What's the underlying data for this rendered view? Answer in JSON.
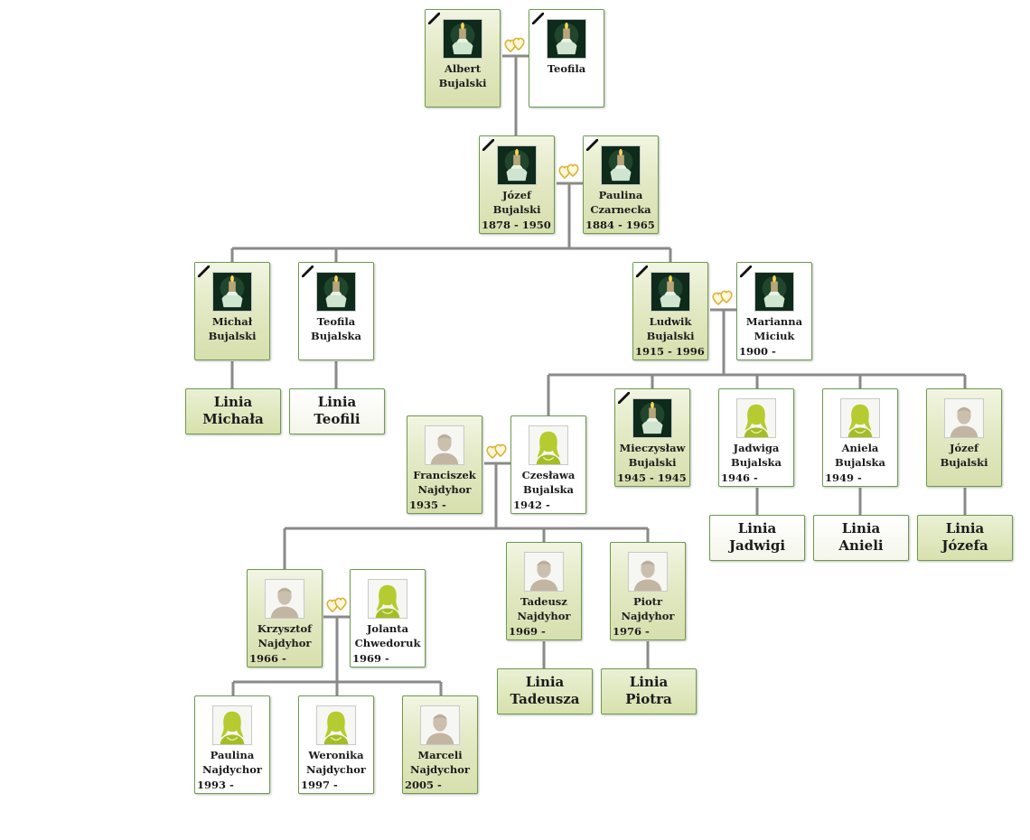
{
  "persons": {
    "albert": {
      "first": "Albert",
      "last": "Bujalski",
      "years": "",
      "gender": "m",
      "deceased": true
    },
    "teofila0": {
      "first": "Teofila",
      "last": "",
      "years": "",
      "gender": "f",
      "deceased": true
    },
    "jozef1": {
      "first": "Józef",
      "last": "Bujalski",
      "years": "1878 - 1950",
      "gender": "m",
      "deceased": true
    },
    "paulina0": {
      "first": "Paulina",
      "last": "Czarnecka",
      "years": "1884 - 1965",
      "gender": "f",
      "deceased": true
    },
    "michal": {
      "first": "Michał",
      "last": "Bujalski",
      "years": "",
      "gender": "m",
      "deceased": true
    },
    "teofila1": {
      "first": "Teofila",
      "last": "Bujalska",
      "years": "",
      "gender": "f",
      "deceased": true
    },
    "ludwik": {
      "first": "Ludwik",
      "last": "Bujalski",
      "years": "1915 - 1996",
      "gender": "m",
      "deceased": true
    },
    "marianna": {
      "first": "Marianna",
      "last": "Miciuk",
      "years": "1900 -",
      "gender": "f",
      "deceased": true
    },
    "franciszek": {
      "first": "Franciszek",
      "last": "Najdyhor",
      "years": "1935 -",
      "gender": "m",
      "deceased": false
    },
    "czeslawa": {
      "first": "Czesława",
      "last": "Bujalska",
      "years": "1942 -",
      "gender": "f",
      "deceased": false
    },
    "mieczyslaw": {
      "first": "Mieczysław",
      "last": "Bujalski",
      "years": "1945 - 1945",
      "gender": "m",
      "deceased": true
    },
    "jadwiga": {
      "first": "Jadwiga",
      "last": "Bujalska",
      "years": "1946 -",
      "gender": "f",
      "deceased": false
    },
    "aniela": {
      "first": "Aniela",
      "last": "Bujalska",
      "years": "1949 -",
      "gender": "f",
      "deceased": false
    },
    "jozef2": {
      "first": "Józef",
      "last": "Bujalski",
      "years": "",
      "gender": "m",
      "deceased": false
    },
    "krzysztof": {
      "first": "Krzysztof",
      "last": "Najdyhor",
      "years": "1966 -",
      "gender": "m",
      "deceased": false
    },
    "jolanta": {
      "first": "Jolanta",
      "last": "Chwedoruk",
      "years": "1969 -",
      "gender": "f",
      "deceased": false
    },
    "tadeusz": {
      "first": "Tadeusz",
      "last": "Najdyhor",
      "years": "1969 -",
      "gender": "m",
      "deceased": false
    },
    "piotr": {
      "first": "Piotr",
      "last": "Najdyhor",
      "years": "1976 -",
      "gender": "m",
      "deceased": false
    },
    "paulina1": {
      "first": "Paulina",
      "last": "Najdychor",
      "years": "1993 -",
      "gender": "f",
      "deceased": false
    },
    "weronika": {
      "first": "Weronika",
      "last": "Najdychor",
      "years": "1997 -",
      "gender": "f",
      "deceased": false
    },
    "marceli": {
      "first": "Marceli",
      "last": "Najdychor",
      "years": "2005 -",
      "gender": "m",
      "deceased": false
    }
  },
  "lineages": {
    "michala": {
      "l1": "Linia",
      "l2": "Michała",
      "gender": "m"
    },
    "teofili": {
      "l1": "Linia",
      "l2": "Teofili",
      "gender": "f"
    },
    "jadwigi": {
      "l1": "Linia",
      "l2": "Jadwigi",
      "gender": "f"
    },
    "anieli": {
      "l1": "Linia",
      "l2": "Anieli",
      "gender": "f"
    },
    "jozefa": {
      "l1": "Linia",
      "l2": "Józefa",
      "gender": "m"
    },
    "tadeusza": {
      "l1": "Linia",
      "l2": "Tadeusza",
      "gender": "m"
    },
    "piotra": {
      "l1": "Linia",
      "l2": "Piotra",
      "gender": "m"
    }
  },
  "colors": {
    "connector": "#888888",
    "card_border": "#6e9a4e",
    "male_card": "#dbe3b2",
    "heart": "#d9b43a"
  }
}
